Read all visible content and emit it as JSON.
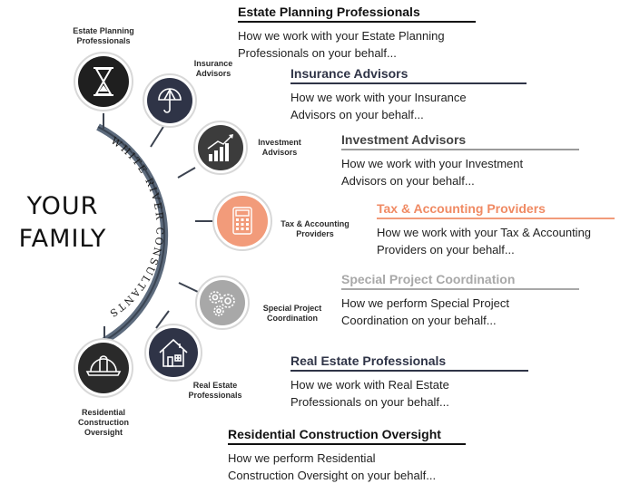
{
  "center": {
    "line1": "YOUR",
    "line2": "FAMILY",
    "arc_text": "WHITE RIVER CONSULTANTS"
  },
  "nodes": [
    {
      "label": "Estate Planning\nProfessionals",
      "icon": "hourglass-icon",
      "color": "#1f1f1f"
    },
    {
      "label": "Insurance\nAdvisors",
      "icon": "umbrella-icon",
      "color": "#2f3447"
    },
    {
      "label": "Investment\nAdvisors",
      "icon": "growth-chart-icon",
      "color": "#3c3c3c"
    },
    {
      "label": "Tax & Accounting\nProviders",
      "icon": "calculator-icon",
      "color": "#f29b7a"
    },
    {
      "label": "Special Project\nCoordination",
      "icon": "gears-icon",
      "color": "#a8a8a8"
    },
    {
      "label": "Real Estate\nProfessionals",
      "icon": "house-icon",
      "color": "#2f3447"
    },
    {
      "label": "Residential\nConstruction\nOversight",
      "icon": "hard-hat-icon",
      "color": "#2a2a2a"
    }
  ],
  "items": [
    {
      "title": "Estate Planning Professionals",
      "desc1": "How we work with your Estate Planning",
      "desc2": "Professionals on your behalf...",
      "color": "#111111",
      "rule": "#111111"
    },
    {
      "title": "Insurance Advisors",
      "desc1": "How we work with your Insurance",
      "desc2": "Advisors on your behalf...",
      "color": "#2f3447",
      "rule": "#2f3447"
    },
    {
      "title": "Investment Advisors",
      "desc1": "How we work with your Investment",
      "desc2": "Advisors on your behalf...",
      "color": "#444444",
      "rule": "#9a9a9a"
    },
    {
      "title": "Tax & Accounting Providers",
      "desc1": "How we work with your Tax & Accounting",
      "desc2": "Providers on your behalf...",
      "color": "#f08a63",
      "rule": "#f29b7a"
    },
    {
      "title": "Special Project Coordination",
      "desc1": "How we perform Special Project",
      "desc2": "Coordination on your behalf...",
      "color": "#a8a8a8",
      "rule": "#a8a8a8"
    },
    {
      "title": "Real Estate Professionals",
      "desc1": "How we work with Real Estate",
      "desc2": "Professionals on your behalf...",
      "color": "#2f3447",
      "rule": "#2f3447"
    },
    {
      "title": "Residential Construction Oversight",
      "desc1": "How we perform Residential",
      "desc2": "Construction Oversight on your behalf...",
      "color": "#111111",
      "rule": "#111111"
    }
  ]
}
